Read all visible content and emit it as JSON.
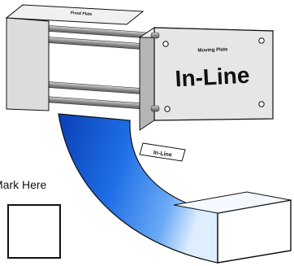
{
  "diagram": {
    "fixed_plate_label": "Fixed Plate",
    "moving_plate_label": "Moving Plate",
    "main_label": "In-Line",
    "arch_label": "In-Line",
    "mark_label": "Mark Here"
  },
  "colors": {
    "arch_dark": "#0a3fb5",
    "arch_mid": "#1f6fe6",
    "arch_light": "#dfeeff",
    "plate_face": "#e6e6e6",
    "plate_side": "#bdbdbd",
    "rod": "#9a9a9a",
    "outline": "#111111"
  }
}
